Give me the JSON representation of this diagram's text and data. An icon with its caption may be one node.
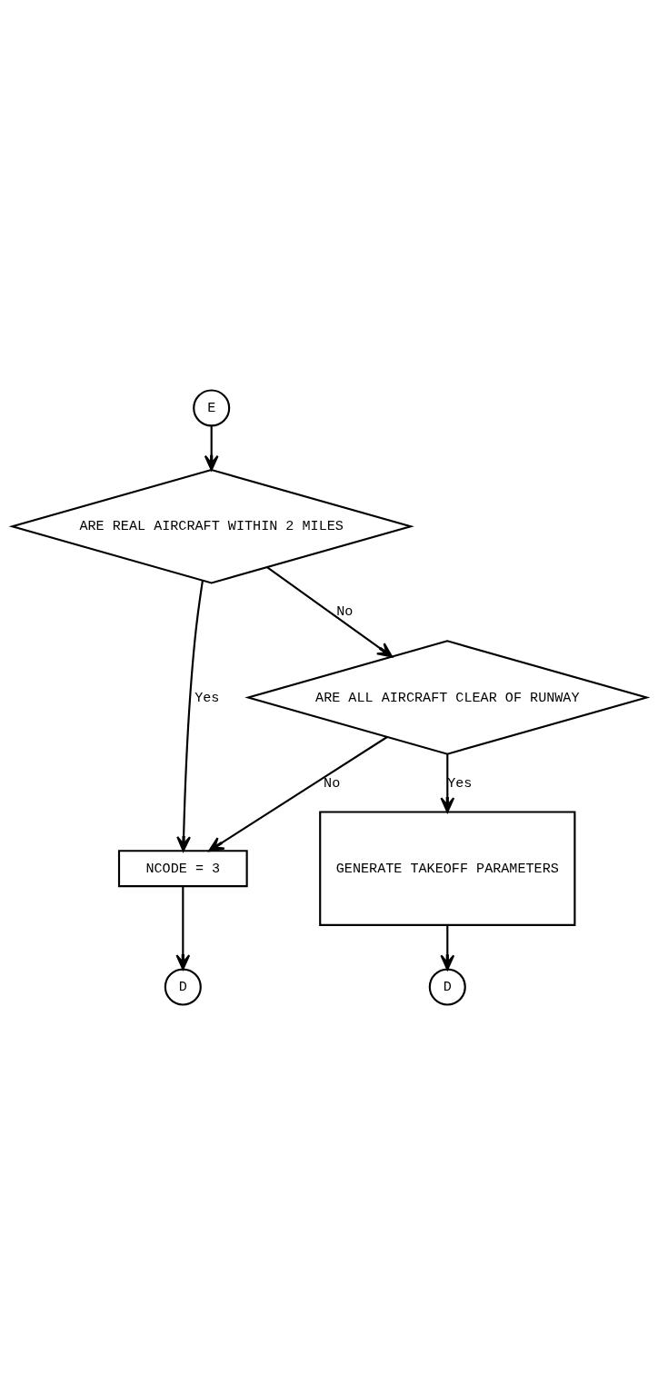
{
  "diagram": {
    "nodes": [
      {
        "text": [
          "E"
        ]
      },
      {
        "text": [
          "ARE REAL AIRCRAFT WITHIN 2 MILES"
        ]
      },
      {
        "text": [
          "NCODE = 3"
        ]
      },
      {
        "text": [
          "D"
        ]
      },
      {
        "text": [
          "ARE ALL AIRCRAFT CLEAR OF RUNWAY"
        ]
      },
      {
        "text": [
          "GENERATE TAKEOFF PARAMETERS"
        ]
      },
      {
        "text": [
          "D"
        ]
      }
    ],
    "edges": [
      {
        "from": 0,
        "to": 1,
        "arrow": "to"
      },
      {
        "from": 1,
        "to": 2,
        "arrow": "to",
        "label": "Yes"
      },
      {
        "from": 1,
        "to": 4,
        "arrow": "to",
        "label": "No"
      },
      {
        "from": 2,
        "to": 3,
        "arrow": "to"
      },
      {
        "from": 4,
        "to": 2,
        "arrow": "to",
        "label": "No"
      },
      {
        "from": 4,
        "to": 5,
        "arrow": "to",
        "label": "Yes"
      },
      {
        "from": 5,
        "to": 6,
        "arrow": "to"
      }
    ]
  }
}
